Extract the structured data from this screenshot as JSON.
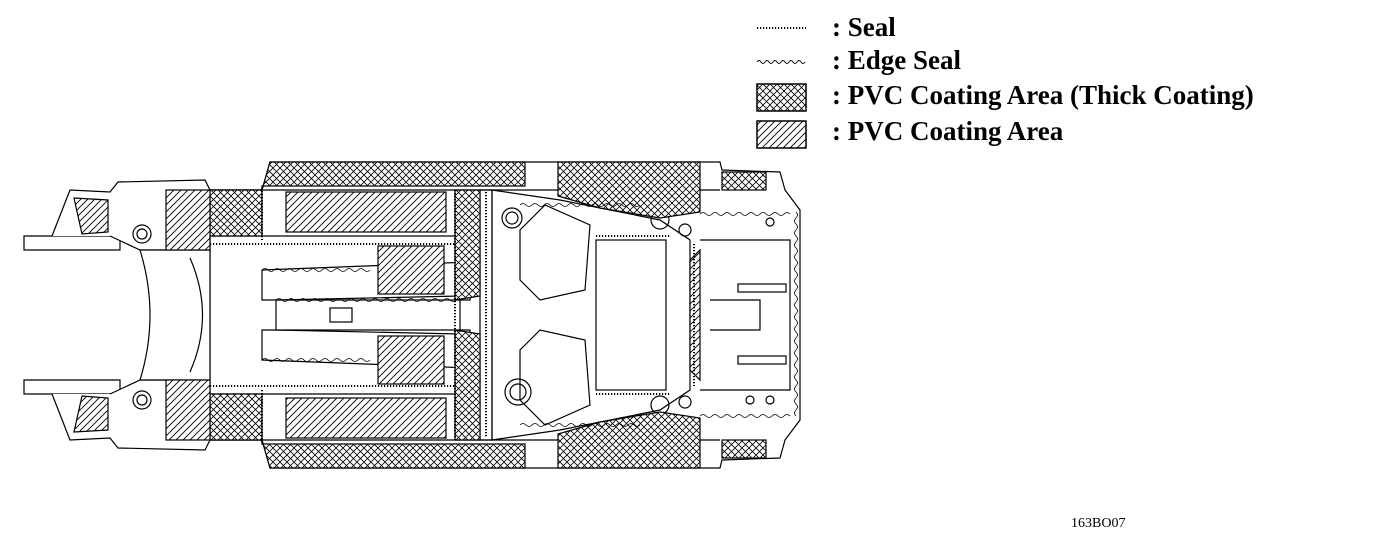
{
  "legend": {
    "items": [
      {
        "key": "seal",
        "label": ": Seal"
      },
      {
        "key": "edge-seal",
        "label": ": Edge Seal"
      },
      {
        "key": "pvc-thick",
        "label": ": PVC Coating Area (Thick Coating)"
      },
      {
        "key": "pvc",
        "label": ": PVC Coating Area"
      }
    ]
  },
  "figure_code": "163BO07"
}
